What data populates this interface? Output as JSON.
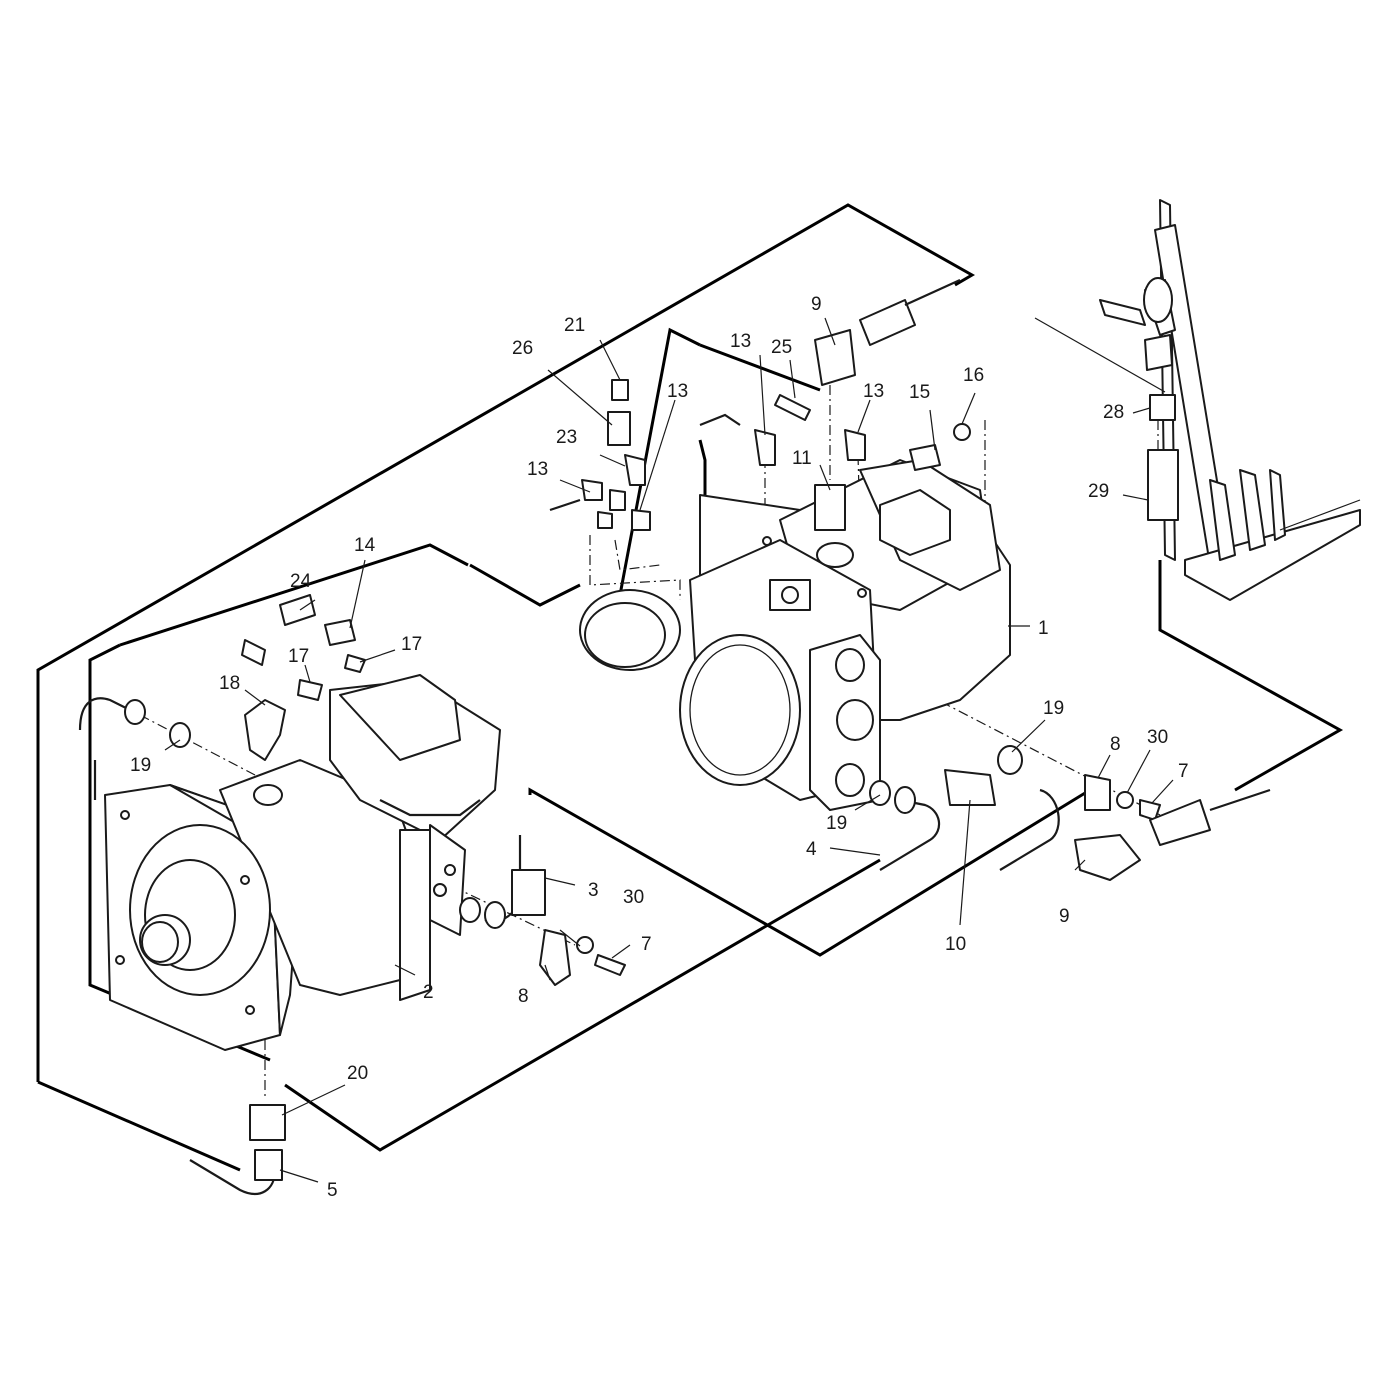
{
  "callouts": {
    "c1": "1",
    "c2": "2",
    "c3": "3",
    "c4": "4",
    "c5": "5",
    "c7a": "7",
    "c7b": "7",
    "c8a": "8",
    "c8b": "8",
    "c9a": "9",
    "c9b": "9",
    "c10": "10",
    "c11": "11",
    "c13a": "13",
    "c13b": "13",
    "c13c": "13",
    "c13d": "13",
    "c14": "14",
    "c15": "15",
    "c16": "16",
    "c17a": "17",
    "c17b": "17",
    "c18": "18",
    "c19a": "19",
    "c19b": "19",
    "c19c": "19",
    "c20": "20",
    "c21": "21",
    "c23": "23",
    "c24": "24",
    "c25": "25",
    "c26": "26",
    "c28": "28",
    "c29": "29",
    "c30a": "30",
    "c30b": "30"
  }
}
